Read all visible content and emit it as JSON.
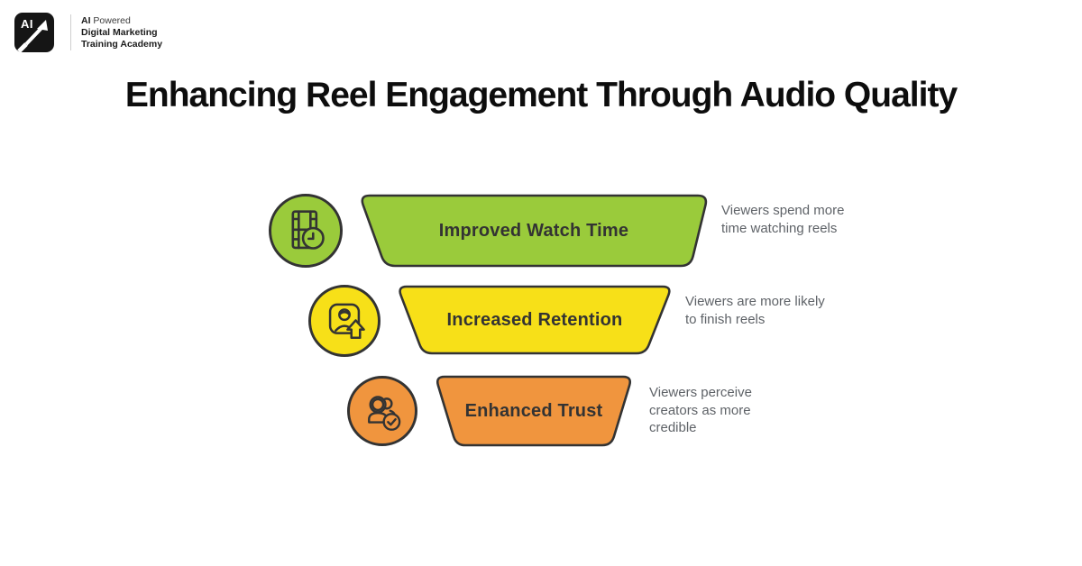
{
  "brand": {
    "mark_text": "AI",
    "line1_bold": "AI",
    "line1_rest": " Powered",
    "line2": "Digital Marketing",
    "line3": "Training Academy"
  },
  "title": "Enhancing Reel Engagement Through Audio Quality",
  "rows": [
    {
      "label": "Improved Watch Time",
      "desc_lines": [
        "Viewers spend more",
        "time watching reels"
      ],
      "color": "#9acb3b",
      "icon": "film-clock-icon"
    },
    {
      "label": "Increased Retention",
      "desc_lines": [
        "Viewers are more likely",
        "to finish reels"
      ],
      "color": "#f7e018",
      "icon": "profile-upload-icon"
    },
    {
      "label": "Enhanced Trust",
      "desc_lines": [
        "Viewers perceive",
        "creators as more",
        "credible"
      ],
      "color": "#f0953e",
      "icon": "users-check-icon"
    }
  ],
  "colors": {
    "background": "#ffffff",
    "outline": "#333333",
    "title_text": "#0d0d0d",
    "label_text": "#333333",
    "description_text": "#5f6368",
    "logo_background": "#151515"
  }
}
